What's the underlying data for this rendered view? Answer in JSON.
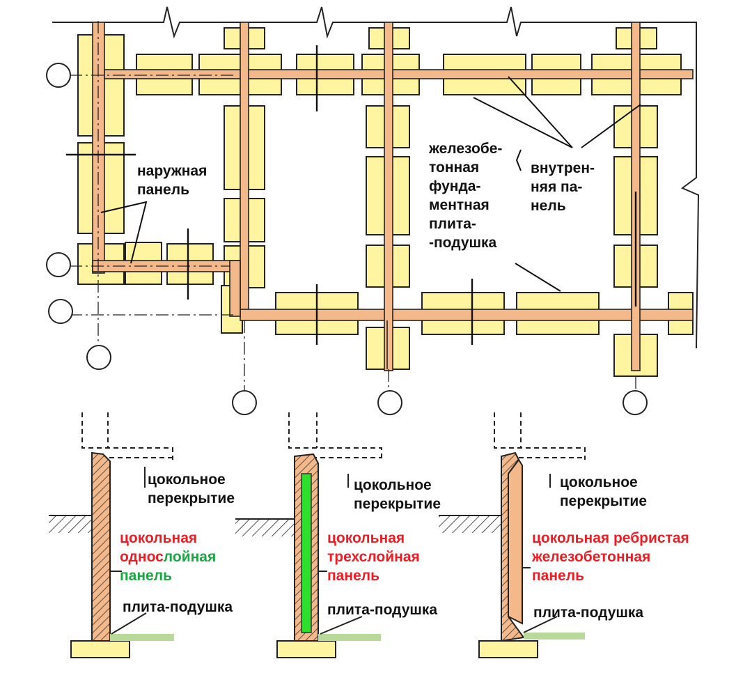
{
  "plan": {
    "label_outer": "наружная\nпанель",
    "label_slab": "железобе-\nтонная\nфунда-\nментная\nплита-\n-подушка",
    "label_inner": "внутрен-\nняя па-\nнель"
  },
  "sections": [
    {
      "floor": "цокольное\nперекрытие",
      "panel_parts": [
        {
          "text": "цокольная\nоднос",
          "color": "red"
        },
        {
          "text": "лойная\nпанель",
          "color": "green"
        }
      ],
      "cushion": "плита-подушка"
    },
    {
      "floor": "цокольное\nперекрытие",
      "panel": "цокольная\nтрехслойная\nпанель",
      "cushion": "плита-подушка"
    },
    {
      "floor": "цокольное\nперекрытие",
      "panel": "цокольная ребристая\nжелезобетонная\nпанель",
      "cushion": "плита-подушка"
    }
  ],
  "colors": {
    "slab_fill": "#fff5a0",
    "panel_fill": "#f4b98a",
    "insulation": "#2ee02e",
    "red_text": "#ee1c24",
    "green_text": "#1aa640"
  }
}
